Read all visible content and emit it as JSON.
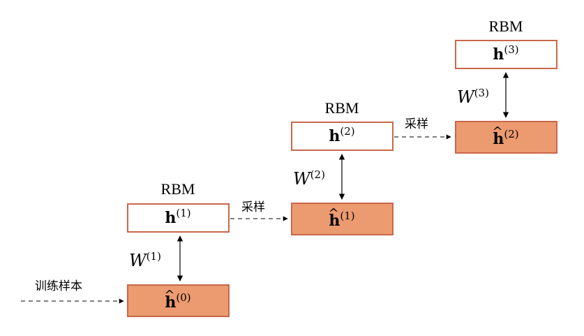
{
  "rbm_label": "RBM",
  "sample_label": "采样",
  "train_label": "训练样本",
  "colors": {
    "hidden_fill": "#ffffff",
    "visible_fill": "#ec9a6f",
    "border": "#c8684a"
  },
  "layers": [
    {
      "id": 1,
      "hidden": {
        "symbol": "h",
        "sup": "(1)"
      },
      "visible": {
        "symbol": "h",
        "hat": "^",
        "sup": "(0)"
      },
      "weight": {
        "symbol": "W",
        "sup": "(1)"
      }
    },
    {
      "id": 2,
      "hidden": {
        "symbol": "h",
        "sup": "(2)"
      },
      "visible": {
        "symbol": "h",
        "hat": "^",
        "sup": "(1)"
      },
      "weight": {
        "symbol": "W",
        "sup": "(2)"
      }
    },
    {
      "id": 3,
      "hidden": {
        "symbol": "h",
        "sup": "(3)"
      },
      "visible": {
        "symbol": "h",
        "hat": "^",
        "sup": "(2)"
      },
      "weight": {
        "symbol": "W",
        "sup": "(3)"
      }
    }
  ]
}
